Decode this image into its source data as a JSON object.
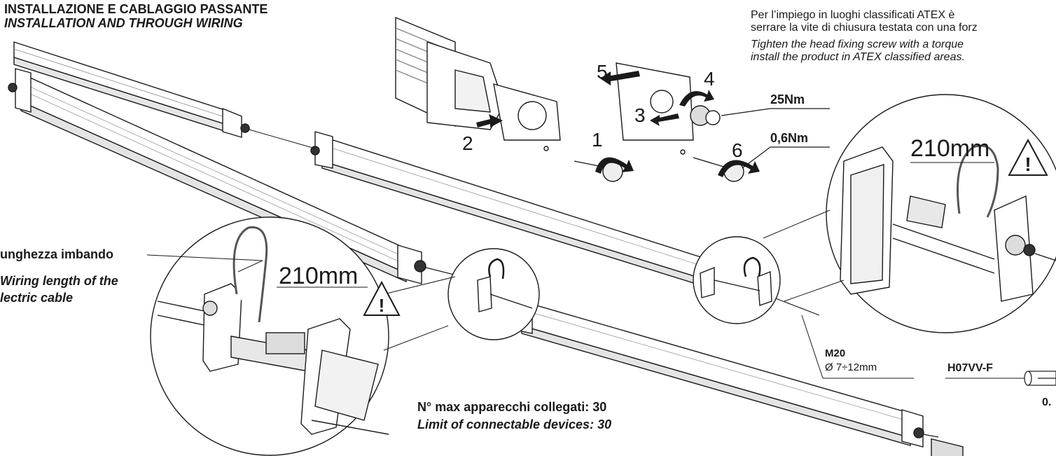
{
  "header": {
    "title_it": "INSTALLAZIONE E CABLAGGIO PASSANTE",
    "title_en": "INSTALLATION AND THROUGH WIRING"
  },
  "atex_note": {
    "line1_it": "Per l’impiego in luoghi classificati ATEX è",
    "line2_it": "serrare la vite di chiusura testata con una forz",
    "line1_en": "Tighten the head fixing screw with a torque",
    "line2_en": "install the product in ATEX classified areas."
  },
  "steps": {
    "s1": "1",
    "s2": "2",
    "s3": "3",
    "s4": "4",
    "s5": "5",
    "s6": "6"
  },
  "torques": {
    "gland": "25Nm",
    "screw": "0,6Nm"
  },
  "cable_length": {
    "label_right": "210mm",
    "label_left": "210mm",
    "desc_it": "unghezza imbando",
    "desc_en_1": "Wiring length of the",
    "desc_en_2": "lectric cable"
  },
  "gland_spec": {
    "thread": "M20",
    "diameter": "Ø 7÷12mm"
  },
  "cable_spec": {
    "type": "H07VV-F",
    "section_partial": "0."
  },
  "connectable": {
    "line_it": "N° max apparecchi collegati: 30",
    "line_en": "Limit of connectable devices: 30"
  },
  "warning_symbol": "!"
}
